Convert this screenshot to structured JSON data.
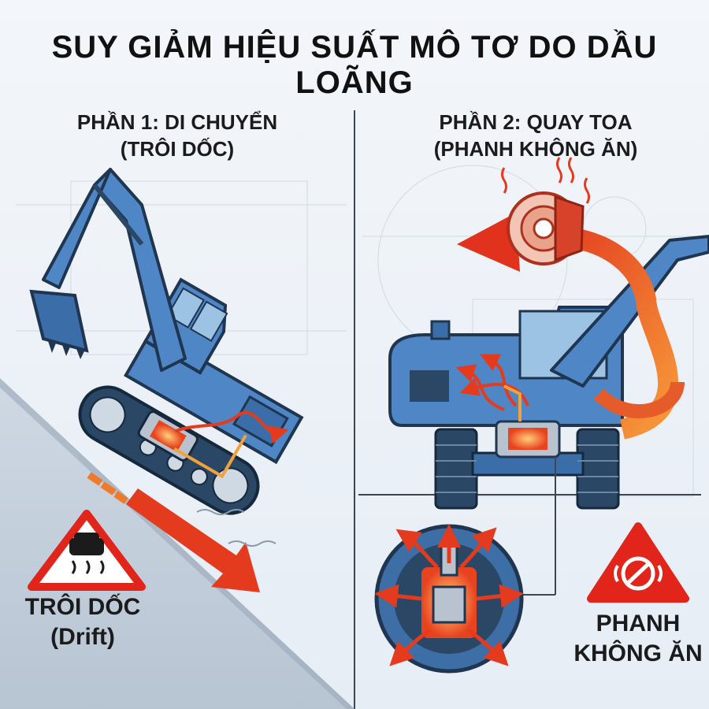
{
  "title": "SUY GIẢM HIỆU SUẤT MÔ TƠ DO DẦU LOÃNG",
  "left_panel": {
    "heading_line1": "PHẦN 1: DI CHUYỂN",
    "heading_line2": "(TRÔI DỐC)",
    "label_line1": "TRÔI DỐC",
    "label_line2": "(Drift)"
  },
  "right_panel": {
    "heading_line1": "PHẦN 2: QUAY TOA",
    "heading_line2": "(PHANH KHÔNG ĂN)",
    "label_line1": "PHANH",
    "label_line2": "KHÔNG ĂN"
  },
  "colors": {
    "machine_blue": "#4f86c6",
    "machine_dark": "#1f3550",
    "heat_red": "#e43b1f",
    "heat_orange": "#f2a23a",
    "warning_red": "#e1251b",
    "slope_gray": "#c5d0dc"
  },
  "icons": [
    "skid-warning-icon",
    "brake-warning-icon",
    "brake-disc-icon",
    "rotation-arrow-icon",
    "drift-arrow-icon"
  ]
}
